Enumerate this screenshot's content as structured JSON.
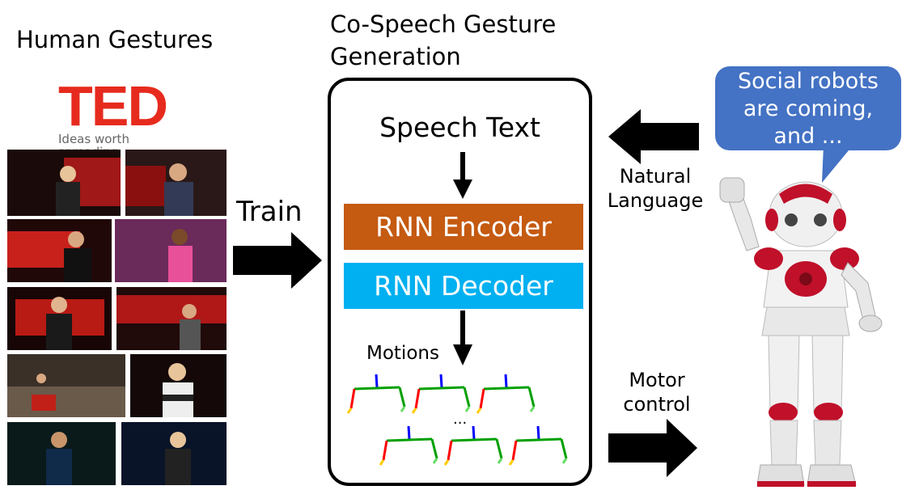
{
  "left": {
    "title": "Human Gestures",
    "logo_text": "TED",
    "logo_tagline": "Ideas worth spreading"
  },
  "train_label": "Train",
  "center": {
    "title_line1": "Co-Speech Gesture",
    "title_line2": "Generation",
    "speech_text": "Speech Text",
    "encoder": "RNN Encoder",
    "decoder": "RNN Decoder",
    "motions": "Motions",
    "ellipsis": "..."
  },
  "right": {
    "bubble_line1": "Social robots",
    "bubble_line2": "are coming,",
    "bubble_line3": "and ...",
    "natural_line1": "Natural",
    "natural_line2": "Language",
    "motor_line1": "Motor",
    "motor_line2": "control"
  },
  "colors": {
    "ted_red": "#e62b1e",
    "encoder": "#c55a11",
    "decoder": "#00b0f0",
    "bubble": "#4472c4",
    "skeleton_blue": "#0000ff",
    "skeleton_red": "#ff0000",
    "skeleton_green": "#00a000",
    "skeleton_lightgreen": "#66dd66",
    "skeleton_yellow": "#ffcc00"
  }
}
